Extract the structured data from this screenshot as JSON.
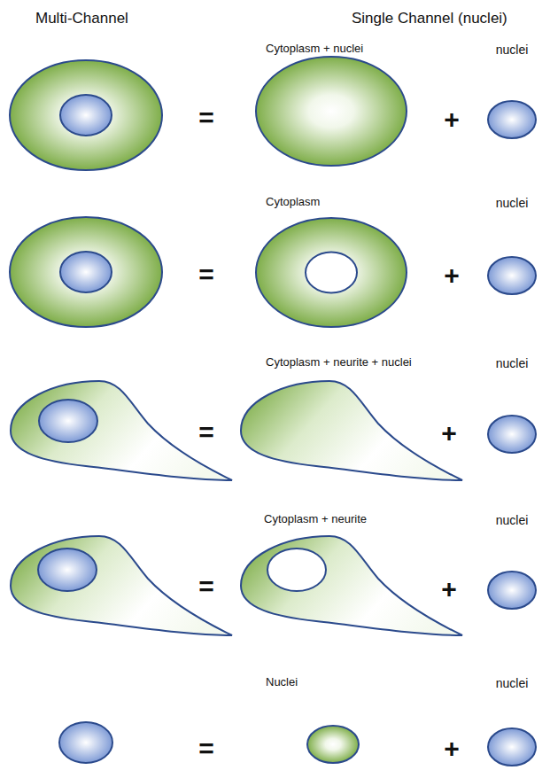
{
  "diagram": {
    "nodes": [
      {
        "text": [
          "Cytoplasm + nuclei"
        ]
      },
      {
        "text": [
          "nuclei"
        ]
      },
      {
        "text": [
          "Cytoplasm"
        ]
      },
      {
        "text": [
          "nuclei"
        ]
      },
      {
        "text": [
          "Cytoplasm + neurite + nuclei"
        ]
      },
      {
        "text": [
          "nuclei"
        ]
      },
      {
        "text": [
          "Cytoplasm + neurite"
        ]
      },
      {
        "text": [
          "nuclei"
        ]
      },
      {
        "text": [
          "Nuclei"
        ]
      },
      {
        "text": [
          "nuclei"
        ]
      }
    ],
    "labels": [
      "Multi-Channel",
      "Single Channel (nuclei)",
      "=",
      "+",
      "=",
      "+",
      "=",
      "+",
      "=",
      "+",
      "=",
      "+"
    ]
  }
}
